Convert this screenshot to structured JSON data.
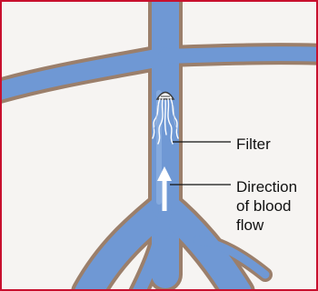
{
  "labels": {
    "filter": "Filter",
    "direction": [
      "Direction",
      "of blood",
      "flow"
    ]
  },
  "colors": {
    "border": "#c8102e",
    "background": "#f6f4f2",
    "vessel_wall": "#9b7f6b",
    "blood": "#6f98d4",
    "leader_line": "#111111",
    "arrow": "#ffffff"
  }
}
